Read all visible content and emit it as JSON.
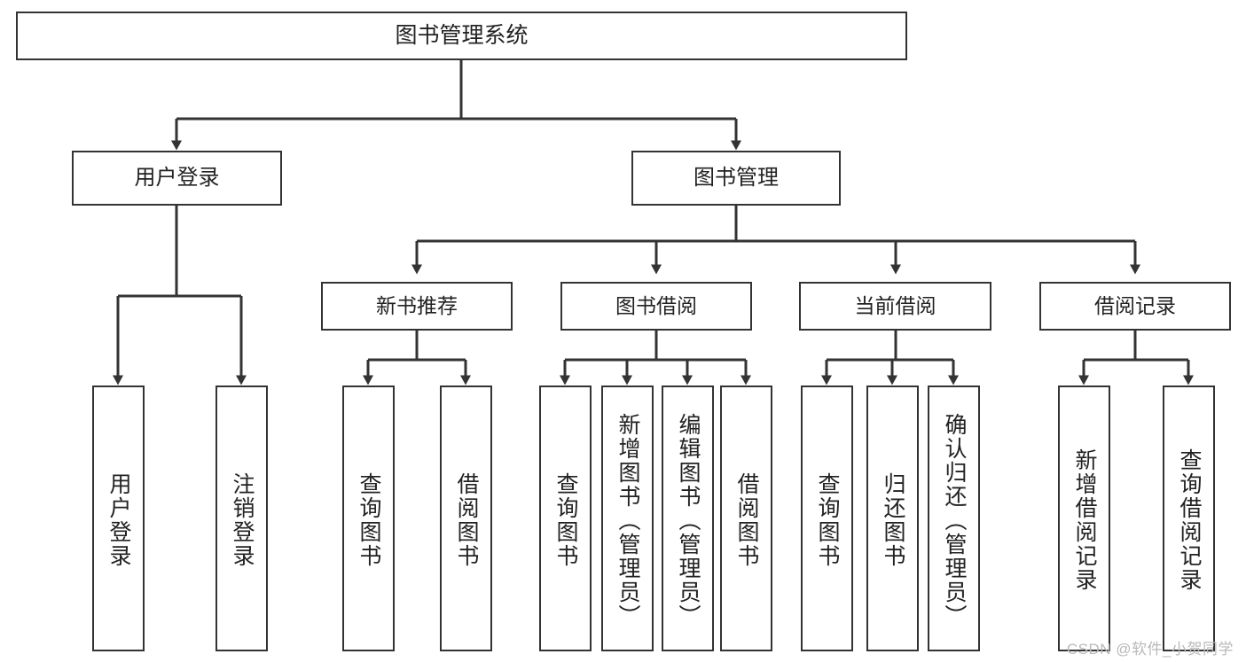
{
  "diagram": {
    "title": "图书管理系统",
    "watermark": "CSDN @软件_小贺同学",
    "colors": {
      "box_border": "#333333",
      "box_fill": "#ffffff",
      "text": "#222222",
      "edge": "#333333",
      "watermark": "#b9b9b9",
      "background": "#ffffff"
    },
    "nodes": {
      "root": {
        "label": "图书管理系统"
      },
      "level2": [
        {
          "label": "用户登录"
        },
        {
          "label": "图书管理"
        }
      ],
      "level3": [
        {
          "label": "新书推荐"
        },
        {
          "label": "图书借阅"
        },
        {
          "label": "当前借阅"
        },
        {
          "label": "借阅记录"
        }
      ],
      "leaves": {
        "user_login": [
          {
            "label": "用户登录"
          },
          {
            "label": "注销登录"
          }
        ],
        "new_book_recommend": [
          {
            "label": "查询图书"
          },
          {
            "label": "借阅图书"
          }
        ],
        "book_borrow": [
          {
            "label": "查询图书"
          },
          {
            "label": "新增图书（管理员）"
          },
          {
            "label": "编辑图书（管理员）"
          },
          {
            "label": "借阅图书"
          }
        ],
        "current_borrow": [
          {
            "label": "查询图书"
          },
          {
            "label": "归还图书"
          },
          {
            "label": "确认归还（管理员）"
          }
        ],
        "borrow_record": [
          {
            "label": "新增借阅记录"
          },
          {
            "label": "查询借阅记录"
          }
        ]
      }
    }
  }
}
